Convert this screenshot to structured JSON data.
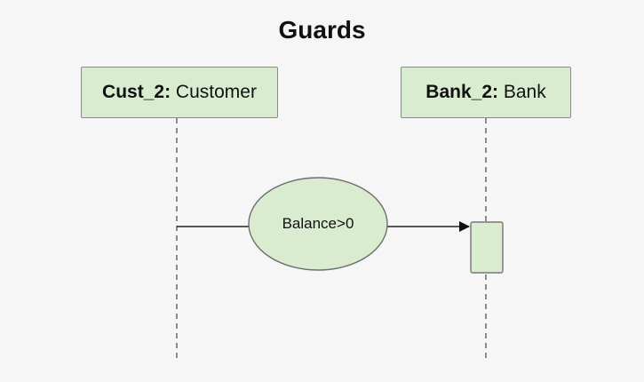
{
  "diagram": {
    "title": "Guards",
    "lifelines": [
      {
        "name": "Cust_2:",
        "type": " Customer"
      },
      {
        "name": "Bank_2:",
        "type": " Bank"
      }
    ],
    "message": {
      "guard": "Balance>0"
    },
    "colors": {
      "box_fill": "#d9ecd0",
      "box_border": "#8a8a8a",
      "line": "#222222",
      "background": "#f6f6f6"
    }
  }
}
